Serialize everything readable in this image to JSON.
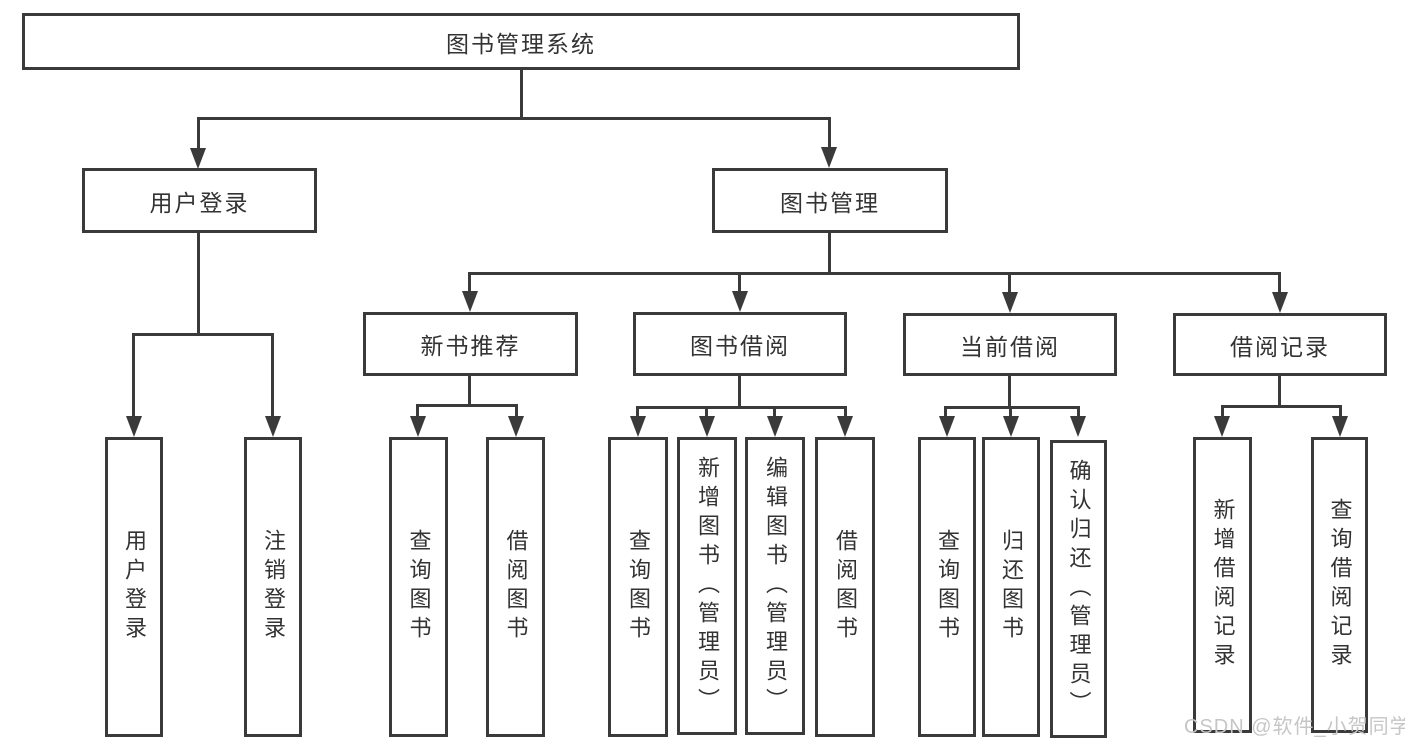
{
  "diagram_title": "图书管理系统",
  "root": {
    "label": "图书管理系统"
  },
  "branches": {
    "user_login": {
      "label": "用户登录",
      "children": [
        "用户登录",
        "注销登录"
      ]
    },
    "book_mgmt": {
      "label": "图书管理",
      "children": {
        "new_book": {
          "label": "新书推荐",
          "children": [
            "查询图书",
            "借阅图书"
          ]
        },
        "borrow": {
          "label": "图书借阅",
          "children": [
            "查询图书",
            "新增图书（管理员）",
            "编辑图书（管理员）",
            "借阅图书"
          ]
        },
        "current": {
          "label": "当前借阅",
          "children": [
            "查询图书",
            "归还图书",
            "确认归还（管理员）"
          ]
        },
        "records": {
          "label": "借阅记录",
          "children": [
            "新增借阅记录",
            "查询借阅记录"
          ]
        }
      }
    }
  },
  "watermark": "CSDN @软件_小贺同学",
  "colors": {
    "line": "#3a3a3a",
    "text": "#333333",
    "watermark": "#c6c6c6",
    "bg": "#ffffff"
  }
}
